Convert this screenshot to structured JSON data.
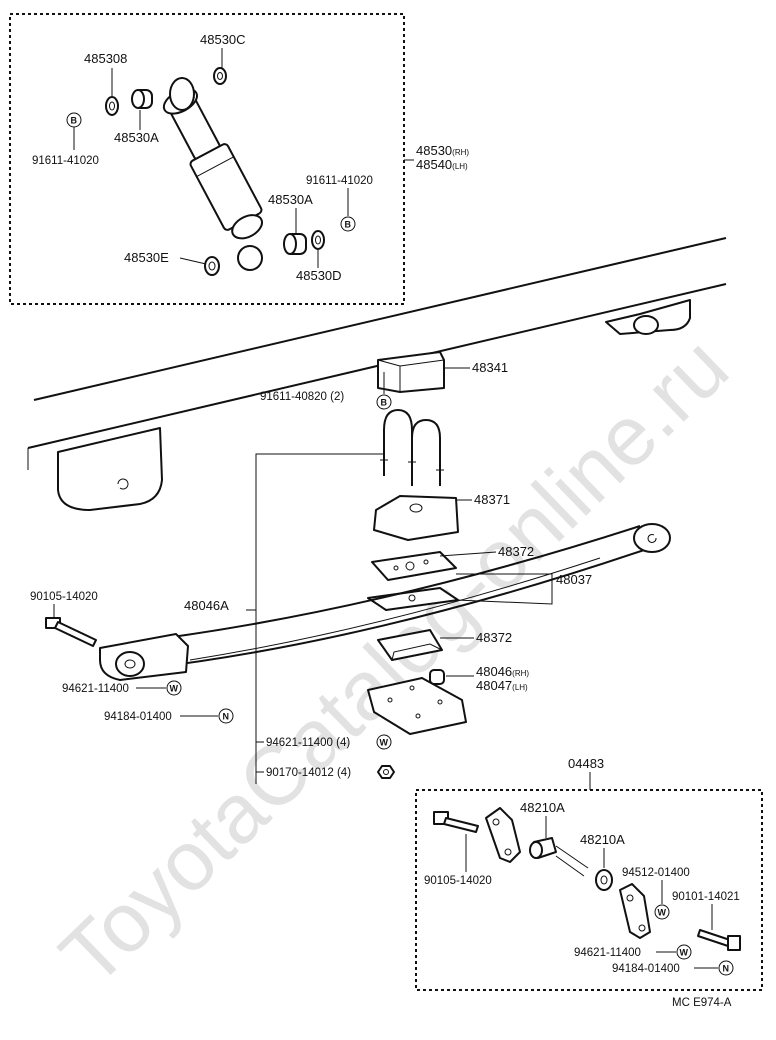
{
  "watermark": "ToyotaCatalog-online.ru",
  "labels": {
    "shock_bushing_b": "485308",
    "shock_washer_c": "48530C",
    "shock_bushing_a_upper": "48530A",
    "shock_bolt_upper": "91611-41020",
    "shock_absorber_rh": "48530",
    "shock_absorber_lh": "48540",
    "rh_suffix": "(RH)",
    "lh_suffix": "(LH)",
    "shock_bolt_lower": "91611-41020",
    "shock_bushing_a_lower": "48530A",
    "shock_bushing_e": "48530E",
    "shock_washer_d": "48530D",
    "bumper": "48341",
    "bumper_bolt": "91611-40820 (2)",
    "u_bolt_seat": "48371",
    "spacer_upper": "48372",
    "spacer_assembly": "48037",
    "leaf_spring": "48046A",
    "front_bolt": "90105-14020",
    "spacer_lower": "48372",
    "spring_seat_rh": "48046",
    "spring_seat_lh": "48047",
    "front_washer": "94621-11400",
    "front_nut": "94184-01400",
    "ubolt_washer": "94621-11400 (4)",
    "ubolt_nut": "90170-14012 (4)",
    "shackle_kit": "04483",
    "shackle_pin_1": "48210A",
    "shackle_pin_2": "48210A",
    "shackle_bolt": "90105-14020",
    "shackle_washer_top": "94512-01400",
    "shackle_bolt_2": "90101-14021",
    "shackle_washer": "94621-11400",
    "shackle_nut": "94184-01400",
    "diagram_code": "MC  E974-A"
  },
  "symbols": {
    "bolt": "B",
    "washer": "W",
    "nut": "N"
  }
}
